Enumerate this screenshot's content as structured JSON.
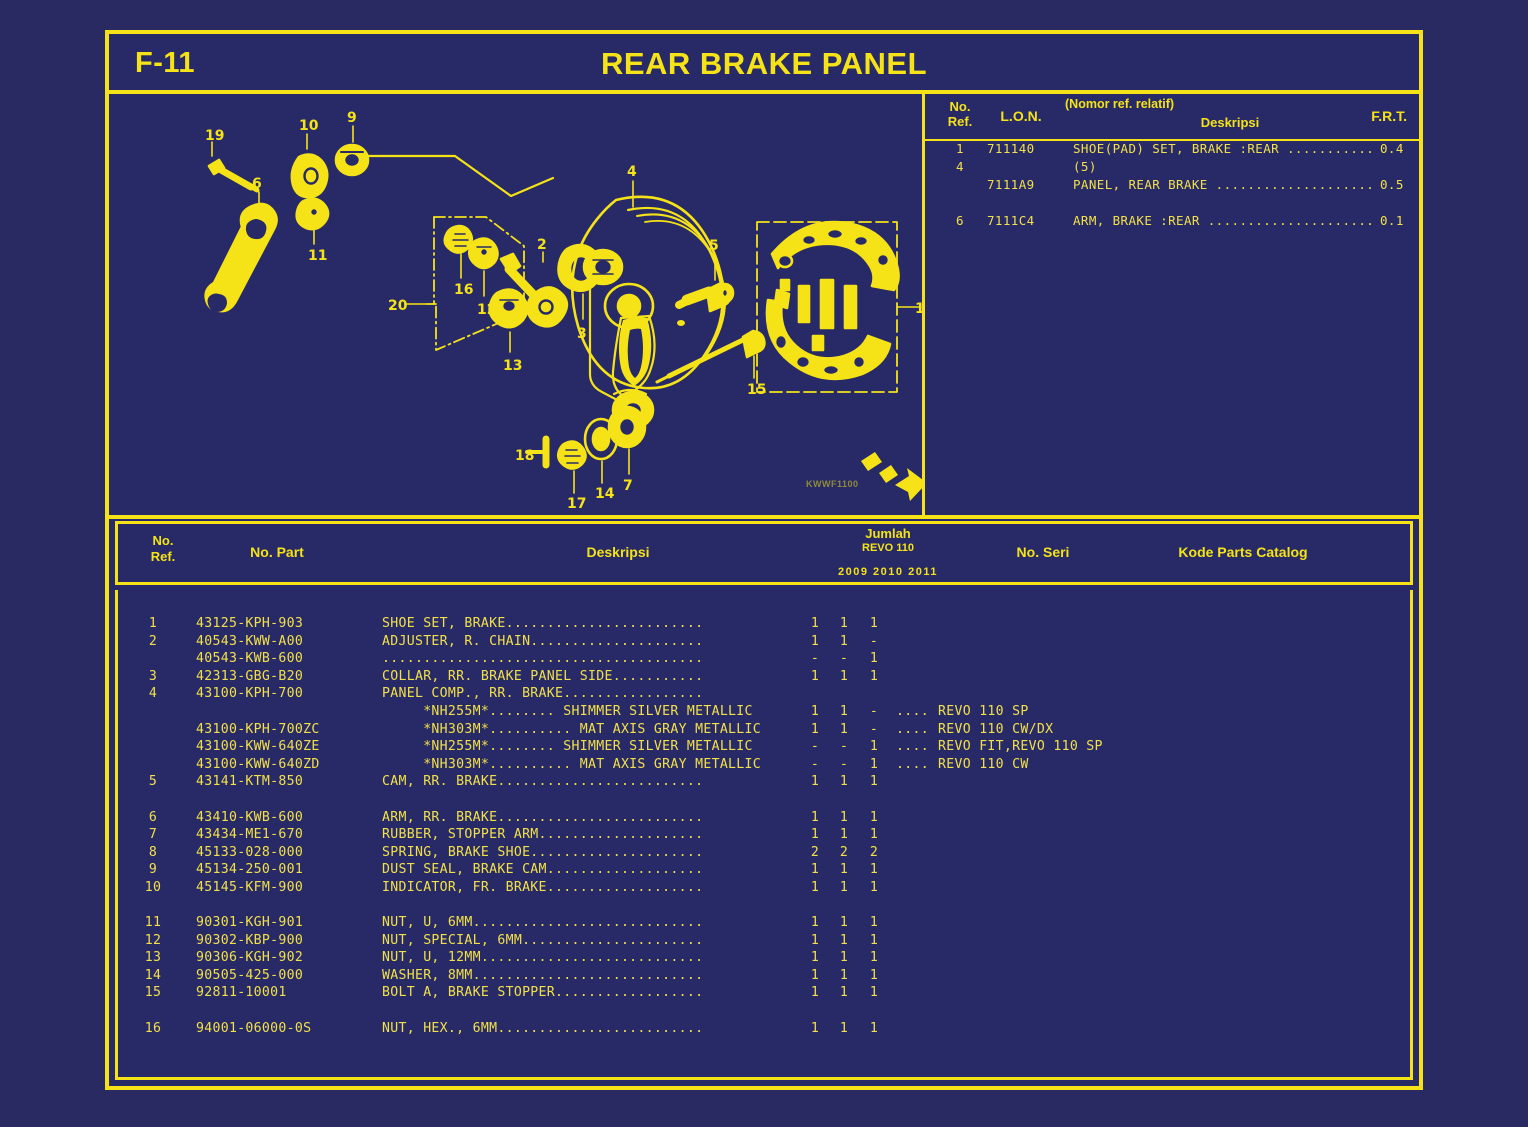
{
  "sheet": {
    "code": "F-11",
    "title": "REAR BRAKE PANEL",
    "watermark": "KWWF1100"
  },
  "lon_table": {
    "headers": {
      "ref_line1": "No.",
      "ref_line2": "Ref.",
      "lon": "L.O.N.",
      "relative_note": "(Nomor ref. relatif)",
      "description": "Deskripsi",
      "frt": "F.R.T."
    },
    "rows": [
      {
        "ref": "1",
        "lon": "711140",
        "desc": "SHOE(PAD) SET, BRAKE :REAR ...........",
        "frt": "0.4"
      },
      {
        "ref": "4",
        "lon": "",
        "desc": "(5)",
        "frt": ""
      },
      {
        "ref": "",
        "lon": "7111A9",
        "desc": "PANEL, REAR BRAKE ....................",
        "frt": "0.5"
      },
      {
        "ref": "",
        "lon": "",
        "desc": "",
        "frt": ""
      },
      {
        "ref": "6",
        "lon": "7111C4",
        "desc": "ARM, BRAKE :REAR .....................",
        "frt": "0.1"
      }
    ]
  },
  "main_table": {
    "headers": {
      "ref_line1": "No.",
      "ref_line2": "Ref.",
      "part_no": "No. Part",
      "description": "Deskripsi",
      "jumlah": "Jumlah",
      "model": "REVO 110",
      "years": "2009 2010 2011",
      "serial_no": "No. Seri",
      "catalog_code": "Kode Parts Catalog"
    },
    "rows": [
      {
        "ref": "1",
        "part": "43125-KPH-903",
        "desc": "SHOE SET, BRAKE........................",
        "q1": "1",
        "q2": "1",
        "q3": "1",
        "seri": "",
        "kode": ""
      },
      {
        "ref": "2",
        "part": "40543-KWW-A00",
        "desc": "ADJUSTER, R. CHAIN.....................",
        "q1": "1",
        "q2": "1",
        "q3": "-",
        "seri": "",
        "kode": ""
      },
      {
        "ref": "",
        "part": "40543-KWB-600",
        "desc": ".......................................",
        "q1": "-",
        "q2": "-",
        "q3": "1",
        "seri": "",
        "kode": ""
      },
      {
        "ref": "3",
        "part": "42313-GBG-B20",
        "desc": "COLLAR, RR. BRAKE PANEL SIDE...........",
        "q1": "1",
        "q2": "1",
        "q3": "1",
        "seri": "",
        "kode": ""
      },
      {
        "ref": "4",
        "part": "43100-KPH-700",
        "desc": "PANEL COMP., RR. BRAKE.................",
        "q1": "",
        "q2": "",
        "q3": "",
        "seri": "",
        "kode": ""
      },
      {
        "ref": "",
        "part": "",
        "desc": "     *NH255M*........ SHIMMER SILVER METALLIC",
        "q1": "1",
        "q2": "1",
        "q3": "-",
        "seri": "....",
        "kode": "REVO 110 SP"
      },
      {
        "ref": "",
        "part": "43100-KPH-700ZC",
        "desc": "     *NH303M*.......... MAT AXIS GRAY METALLIC",
        "q1": "1",
        "q2": "1",
        "q3": "-",
        "seri": "....",
        "kode": "REVO 110 CW/DX"
      },
      {
        "ref": "",
        "part": "43100-KWW-640ZE",
        "desc": "     *NH255M*........ SHIMMER SILVER METALLIC",
        "q1": "-",
        "q2": "-",
        "q3": "1",
        "seri": "....",
        "kode": "REVO FIT,REVO 110 SP"
      },
      {
        "ref": "",
        "part": "43100-KWW-640ZD",
        "desc": "     *NH303M*.......... MAT AXIS GRAY METALLIC",
        "q1": "-",
        "q2": "-",
        "q3": "1",
        "seri": "....",
        "kode": "REVO 110 CW"
      },
      {
        "ref": "5",
        "part": "43141-KTM-850",
        "desc": "CAM, RR. BRAKE.........................",
        "q1": "1",
        "q2": "1",
        "q3": "1",
        "seri": "",
        "kode": ""
      },
      {
        "ref": "",
        "part": "",
        "desc": "",
        "q1": "",
        "q2": "",
        "q3": "",
        "seri": "",
        "kode": ""
      },
      {
        "ref": "6",
        "part": "43410-KWB-600",
        "desc": "ARM, RR. BRAKE.........................",
        "q1": "1",
        "q2": "1",
        "q3": "1",
        "seri": "",
        "kode": ""
      },
      {
        "ref": "7",
        "part": "43434-ME1-670",
        "desc": "RUBBER, STOPPER ARM....................",
        "q1": "1",
        "q2": "1",
        "q3": "1",
        "seri": "",
        "kode": ""
      },
      {
        "ref": "8",
        "part": "45133-028-000",
        "desc": "SPRING, BRAKE SHOE.....................",
        "q1": "2",
        "q2": "2",
        "q3": "2",
        "seri": "",
        "kode": ""
      },
      {
        "ref": "9",
        "part": "45134-250-001",
        "desc": "DUST SEAL, BRAKE CAM...................",
        "q1": "1",
        "q2": "1",
        "q3": "1",
        "seri": "",
        "kode": ""
      },
      {
        "ref": "10",
        "part": "45145-KFM-900",
        "desc": "INDICATOR, FR. BRAKE...................",
        "q1": "1",
        "q2": "1",
        "q3": "1",
        "seri": "",
        "kode": ""
      },
      {
        "ref": "",
        "part": "",
        "desc": "",
        "q1": "",
        "q2": "",
        "q3": "",
        "seri": "",
        "kode": ""
      },
      {
        "ref": "11",
        "part": "90301-KGH-901",
        "desc": "NUT, U, 6MM............................",
        "q1": "1",
        "q2": "1",
        "q3": "1",
        "seri": "",
        "kode": ""
      },
      {
        "ref": "12",
        "part": "90302-KBP-900",
        "desc": "NUT, SPECIAL, 6MM......................",
        "q1": "1",
        "q2": "1",
        "q3": "1",
        "seri": "",
        "kode": ""
      },
      {
        "ref": "13",
        "part": "90306-KGH-902",
        "desc": "NUT, U, 12MM...........................",
        "q1": "1",
        "q2": "1",
        "q3": "1",
        "seri": "",
        "kode": ""
      },
      {
        "ref": "14",
        "part": "90505-425-000",
        "desc": "WASHER, 8MM............................",
        "q1": "1",
        "q2": "1",
        "q3": "1",
        "seri": "",
        "kode": ""
      },
      {
        "ref": "15",
        "part": "92811-10001",
        "desc": "BOLT A, BRAKE STOPPER..................",
        "q1": "1",
        "q2": "1",
        "q3": "1",
        "seri": "",
        "kode": ""
      },
      {
        "ref": "",
        "part": "",
        "desc": "",
        "q1": "",
        "q2": "",
        "q3": "",
        "seri": "",
        "kode": ""
      },
      {
        "ref": "16",
        "part": "94001-06000-0S",
        "desc": "NUT, HEX., 6MM.........................",
        "q1": "1",
        "q2": "1",
        "q3": "1",
        "seri": "",
        "kode": ""
      }
    ]
  },
  "illustration": {
    "callouts": [
      "1",
      "2",
      "3",
      "4",
      "5",
      "6",
      "7",
      "9",
      "10",
      "11",
      "12",
      "13",
      "14",
      "15",
      "16",
      "17",
      "18",
      "19",
      "20"
    ],
    "direction_marker": "FR."
  },
  "colors": {
    "page_background": "#2a2a63",
    "panel_background": "#272a66",
    "frame": "#f5e318",
    "text": "#f2e04a"
  }
}
